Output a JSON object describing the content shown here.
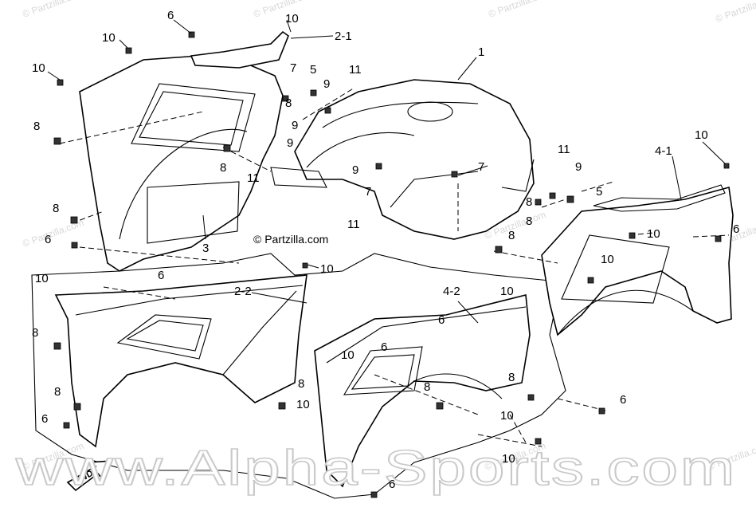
{
  "labels": {
    "l_1": "1",
    "l_2_1": "2-1",
    "l_2_2": "2-2",
    "l_3": "3",
    "l_4_1": "4-1",
    "l_4_2": "4-2",
    "l_5a": "5",
    "l_5b": "5",
    "l_6a": "6",
    "l_6b": "6",
    "l_6c": "6",
    "l_6d": "6",
    "l_6e": "6",
    "l_6f": "6",
    "l_6g": "6",
    "l_6h": "6",
    "l_6i": "6",
    "l_7a": "7",
    "l_7b": "7",
    "l_7c": "7",
    "l_8a": "8",
    "l_8b": "8",
    "l_8c": "8",
    "l_8d": "8",
    "l_8e": "8",
    "l_8f": "8",
    "l_8g": "8",
    "l_8h": "8",
    "l_8i": "8",
    "l_8j": "8",
    "l_8k": "8",
    "l_8l": "8",
    "l_9a": "9",
    "l_9b": "9",
    "l_9c": "9",
    "l_9d": "9",
    "l_10a": "10",
    "l_10b": "10",
    "l_10c": "10",
    "l_10d": "10",
    "l_10e": "10",
    "l_10f": "10",
    "l_10g": "10",
    "l_10h": "10",
    "l_10i": "10",
    "l_10j": "10",
    "l_10k": "10",
    "l_10l": "10",
    "l_10m": "10",
    "l_11a": "11",
    "l_11b": "11",
    "l_11c": "11",
    "l_11d": "11"
  },
  "watermarks": {
    "center": "© Partzilla.com",
    "footer": "www.Alpha-Sports.com",
    "tile": "© Partzilla.com"
  },
  "fwd_label": "FWD"
}
